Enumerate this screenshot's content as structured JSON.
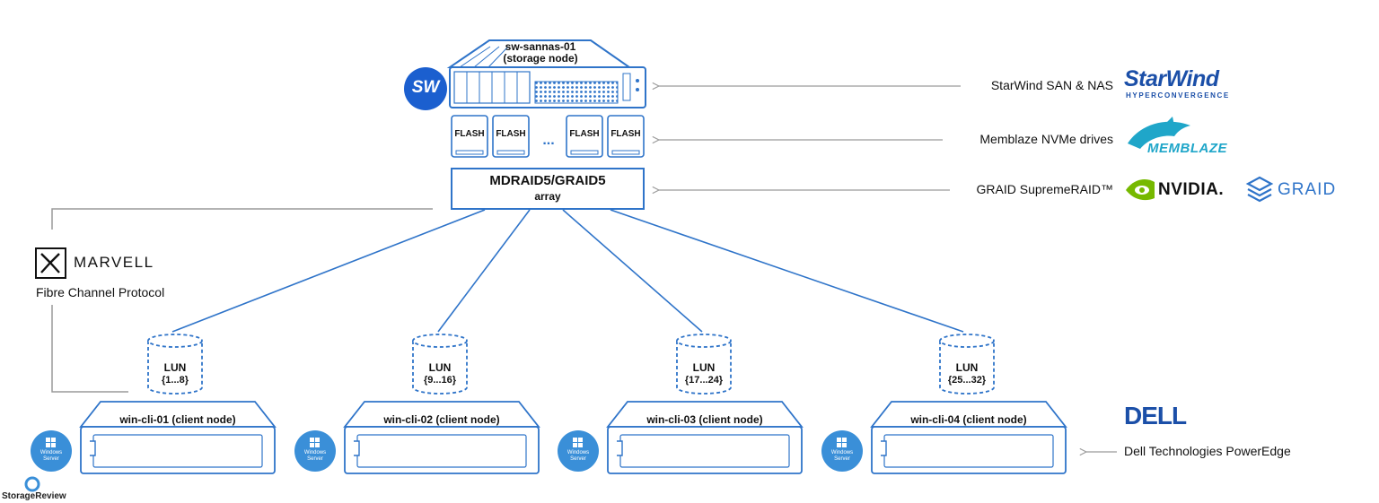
{
  "storage_node": {
    "name": "sw-sannas-01",
    "role": "(storage node)",
    "badge": "SW"
  },
  "drives": {
    "labels": [
      "FLASH",
      "FLASH",
      "FLASH",
      "FLASH"
    ],
    "ellipsis": "..."
  },
  "array": {
    "title": "MDRAID5/GRAID5",
    "subtitle": "array"
  },
  "annotations": {
    "starwind": "StarWind SAN & NAS",
    "memblaze": "Memblaze NVMe drives",
    "graid": "GRAID SupremeRAID™",
    "dell": "Dell Technologies PowerEdge"
  },
  "logos": {
    "starwind_main": "StarWind",
    "starwind_sub": "HYPERCONVERGENCE",
    "memblaze": "MEMBLAZE",
    "nvidia": "NVIDIA.",
    "graid": "GRAID",
    "dell": "DELL",
    "marvell": "MARVELL",
    "storagereview": "StorageReview",
    "windows_line1": "Windows",
    "windows_line2": "Server"
  },
  "fabric": {
    "protocol": "Fibre Channel Protocol"
  },
  "luns": [
    {
      "label": "LUN",
      "range": "{1...8}"
    },
    {
      "label": "LUN",
      "range": "{9...16}"
    },
    {
      "label": "LUN",
      "range": "{17...24}"
    },
    {
      "label": "LUN",
      "range": "{25...32}"
    }
  ],
  "clients": [
    {
      "name": "win-cli-01 (client node)"
    },
    {
      "name": "win-cli-02 (client node)"
    },
    {
      "name": "win-cli-03 (client node)"
    },
    {
      "name": "win-cli-04 (client node)"
    }
  ],
  "colors": {
    "accent": "#2f74c9",
    "dark_blue": "#1b4fa8",
    "nvidia_green": "#76b900",
    "teal": "#1fa6c9",
    "gray_line": "#9a9a9a",
    "windows_blue": "#3a8fd8"
  }
}
